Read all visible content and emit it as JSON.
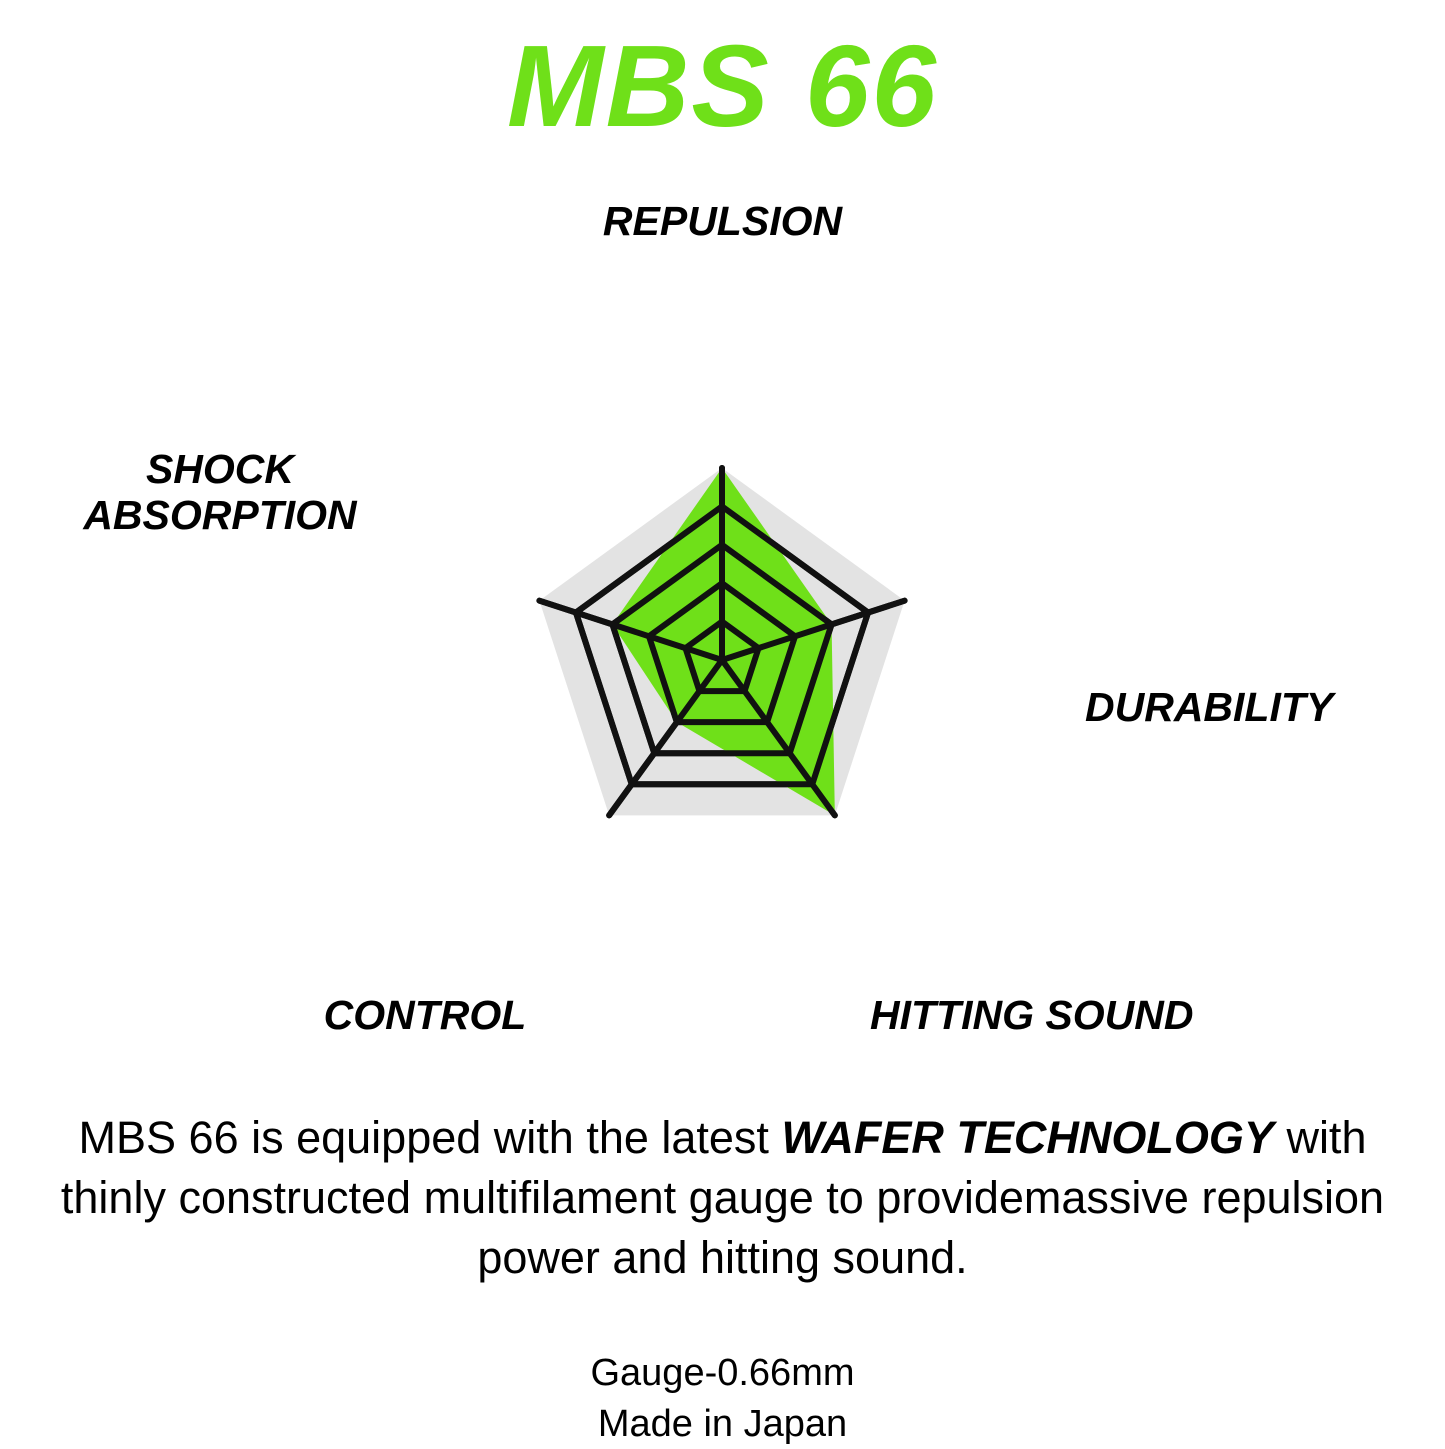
{
  "title": "MBS 66",
  "colors": {
    "brand_green": "#6FE019",
    "chart_fill": "#6FE019",
    "grid_line": "#111111",
    "outer_band": "#E3E3E3",
    "text": "#000000",
    "background": "#FFFFFF"
  },
  "chart_data": {
    "type": "radar",
    "title": "MBS 66",
    "categories": [
      "REPULSION",
      "DURABILITY",
      "HITTING SOUND",
      "CONTROL",
      "SHOCK ABSORPTION"
    ],
    "series": [
      {
        "name": "MBS 66",
        "values": [
          5,
          3,
          5,
          2,
          3
        ],
        "fill": "#6FE019"
      }
    ],
    "rmax": 5,
    "rings": [
      1,
      2,
      3,
      4
    ],
    "grid": true,
    "legend": "none",
    "axis_labels": {
      "top": "REPULSION",
      "right": "DURABILITY",
      "bottom_right": "HITTING SOUND",
      "bottom_left": "CONTROL",
      "left_line1": "SHOCK",
      "left_line2": "ABSORPTION"
    }
  },
  "description": {
    "lead": "MBS 66 is equipped with the latest ",
    "emphasis": "WAFER TECHNOLOGY",
    "tail": " with thinly constructed multifilament gauge to providemassive repulsion power and hitting sound."
  },
  "footer": {
    "gauge": "Gauge-0.66mm",
    "origin": "Made in Japan"
  }
}
